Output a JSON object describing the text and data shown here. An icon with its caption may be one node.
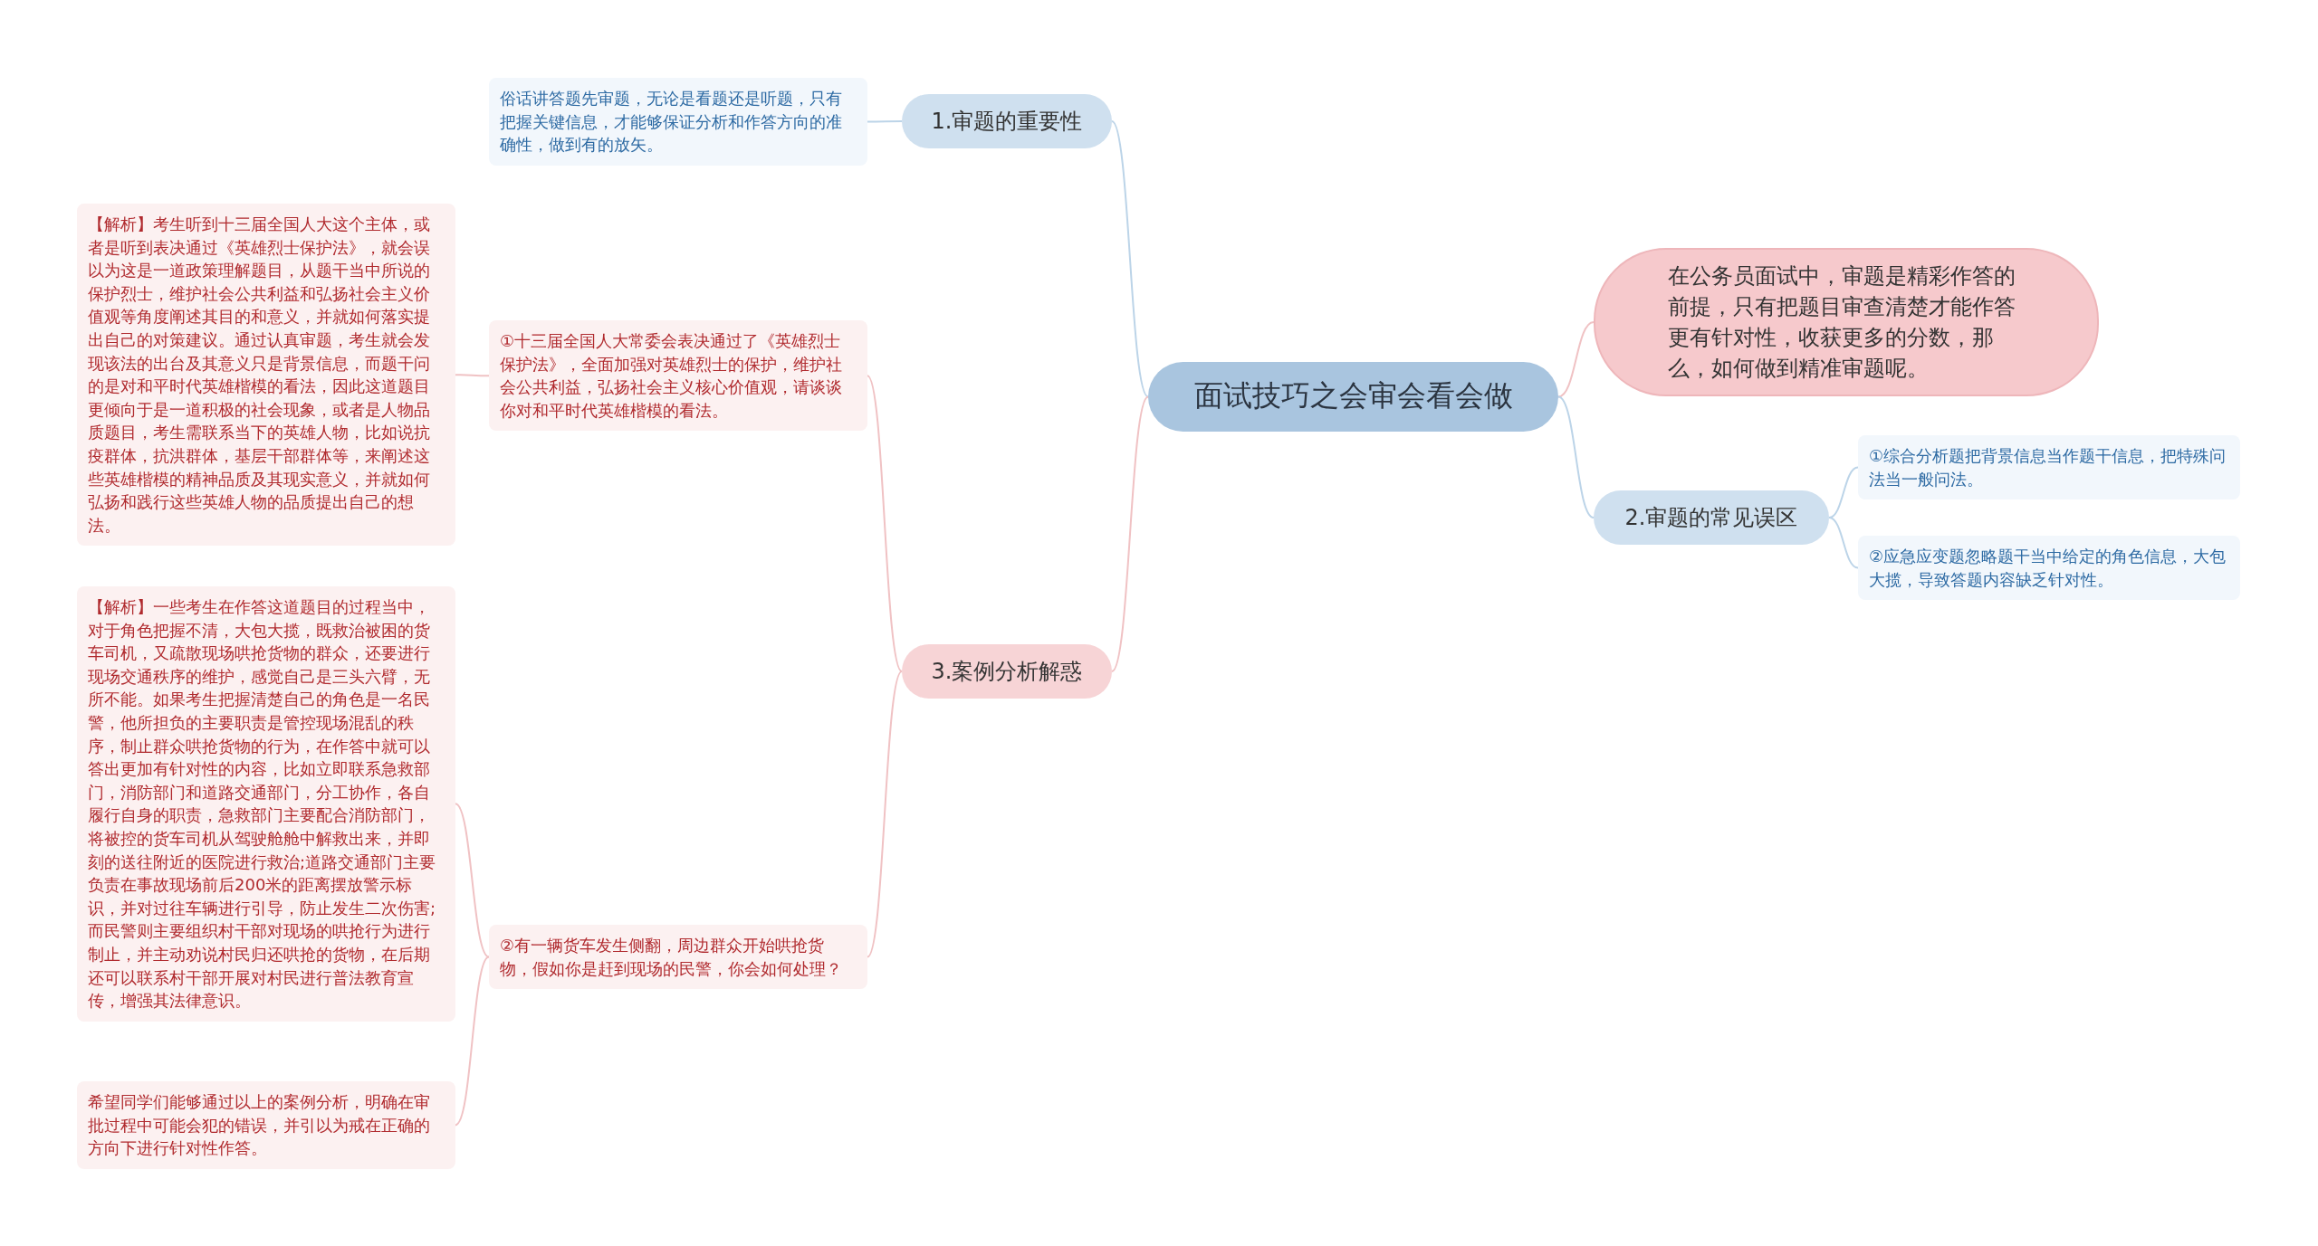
{
  "diagram": {
    "nodes": [
      {
        "text": [
          "面试技巧之会审会看会做"
        ]
      },
      {
        "text": [
          "在公务员面试中，审题是精彩作答的前提，只有把题目审查清楚才能作答更有针对性，收获更多的分数，那么，如何做到精准审题呢。"
        ]
      },
      {
        "text": [
          "1.审题的重要性"
        ]
      },
      {
        "text": [
          "俗话讲答题先审题，无论是看题还是听题，只有把握关键信息，才能够保证分析和作答方向的准确性，做到有的放矢。"
        ]
      },
      {
        "text": [
          "2.审题的常见误区"
        ]
      },
      {
        "text": [
          "①综合分析题把背景信息当作题干信息，把特殊问法当一般问法。"
        ]
      },
      {
        "text": [
          "②应急应变题忽略题干当中给定的角色信息，大包大揽，导致答题内容缺乏针对性。"
        ]
      },
      {
        "text": [
          "3.案例分析解惑"
        ]
      },
      {
        "text": [
          "①十三届全国人大常委会表决通过了《英雄烈士保护法》，全面加强对英雄烈士的保护，维护社会公共利益，弘扬社会主义核心价值观，请谈谈你对和平时代英雄楷模的看法。"
        ]
      },
      {
        "text": [
          "【解析】考生听到十三届全国人大这个主体，或者是听到表决通过《英雄烈士保护法》，就会误以为这是一道政策理解题目，从题干当中所说的保护烈士，维护社会公共利益和弘扬社会主义价值观等角度阐述其目的和意义，并就如何落实提出自己的对策建议。通过认真审题，考生就会发现该法的出台及其意义只是背景信息，而题干问的是对和平时代英雄楷模的看法，因此这道题目更倾向于是一道积极的社会现象，或者是人物品质题目，考生需联系当下的英雄人物，比如说抗疫群体，抗洪群体，基层干部群体等，来阐述这些英雄楷模的精神品质及其现实意义，并就如何弘扬和践行这些英雄人物的品质提出自己的想法。"
        ]
      },
      {
        "text": [
          "②有一辆货车发生侧翻，周边群众开始哄抢货物，假如你是赶到现场的民警，你会如何处理？"
        ]
      },
      {
        "text": [
          "【解析】一些考生在作答这道题目的过程当中，对于角色把握不清，大包大揽，既救治被困的货车司机，又疏散现场哄抢货物的群众，还要进行现场交通秩序的维护，感觉自己是三头六臂，无所不能。如果考生把握清楚自己的角色是一名民警，他所担负的主要职责是管控现场混乱的秩序，制止群众哄抢货物的行为，在作答中就可以答出更加有针对性的内容，比如立即联系急救部门，消防部门和道路交通部门，分工协作，各自履行自身的职责，急救部门主要配合消防部门，将被控的货车司机从驾驶舱舱中解救出来，并即刻的送往附近的医院进行救治;道路交通部门主要负责在事故现场前后200米的距离摆放警示标识，并对过往车辆进行引导，防止发生二次伤害;而民警则主要组织村干部对现场的哄抢行为进行制止，并主动劝说村民归还哄抢的货物，在后期还可以联系村干部开展对村民进行普法教育宣传，增强其法律意识。"
        ]
      },
      {
        "text": [
          "希望同学们能够通过以上的案例分析，明确在审批过程中可能会犯的错误，并引以为戒在正确的方向下进行针对性作答。"
        ]
      }
    ],
    "edges": [
      {
        "from": 0,
        "to": 1,
        "arrow": "none"
      },
      {
        "from": 0,
        "to": 2,
        "arrow": "none",
        "color": "#bcd4e8"
      },
      {
        "from": 2,
        "to": 3,
        "arrow": "none",
        "color": "#bcd4e8"
      },
      {
        "from": 0,
        "to": 4,
        "arrow": "none",
        "color": "#bcd4e8"
      },
      {
        "from": 4,
        "to": 5,
        "arrow": "none",
        "color": "#bcd4e8"
      },
      {
        "from": 4,
        "to": 6,
        "arrow": "none",
        "color": "#bcd4e8"
      },
      {
        "from": 0,
        "to": 7,
        "arrow": "none"
      },
      {
        "from": 7,
        "to": 8,
        "arrow": "none"
      },
      {
        "from": 8,
        "to": 9,
        "arrow": "none"
      },
      {
        "from": 7,
        "to": 10,
        "arrow": "none"
      },
      {
        "from": 10,
        "to": 11,
        "arrow": "none"
      },
      {
        "from": 10,
        "to": 12,
        "arrow": "none"
      }
    ]
  }
}
